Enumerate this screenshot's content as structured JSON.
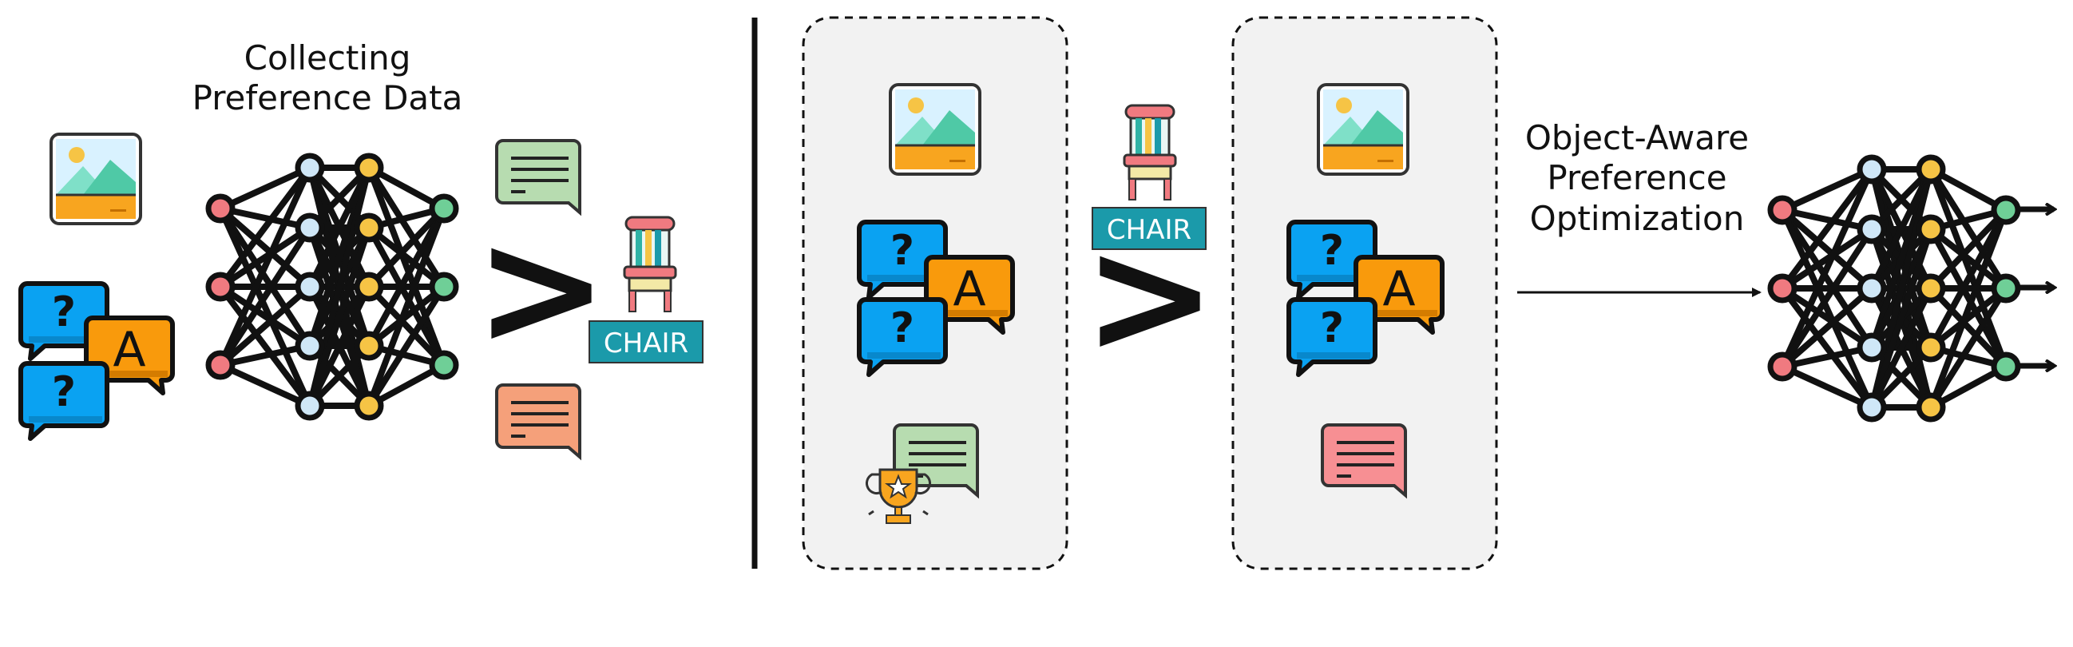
{
  "left_section": {
    "title_line1": "Collecting",
    "title_line2": "Preference Data",
    "chair_tag": "CHAIR",
    "comparator": ">",
    "answer_letter": "A",
    "question_mark": "?"
  },
  "right_section": {
    "chair_tag": "CHAIR",
    "comparator": ">",
    "answer_letter": "A",
    "question_mark": "?",
    "method_line1": "Object-Aware",
    "method_line2": "Preference",
    "method_line3": "Optimization"
  },
  "colors": {
    "node_red": "#f07a80",
    "node_blue": "#cfe7f7",
    "node_yellow": "#f6c445",
    "node_green": "#6fcf97",
    "bubble_blue": "#0aa2f2",
    "bubble_orange": "#f99a0c",
    "chair_tag_bg": "#1b9aaa",
    "panel_bg": "#f2f2f2",
    "response_green": "#b7dcb0",
    "response_orange": "#f5a07a",
    "response_red": "#f78f93"
  }
}
